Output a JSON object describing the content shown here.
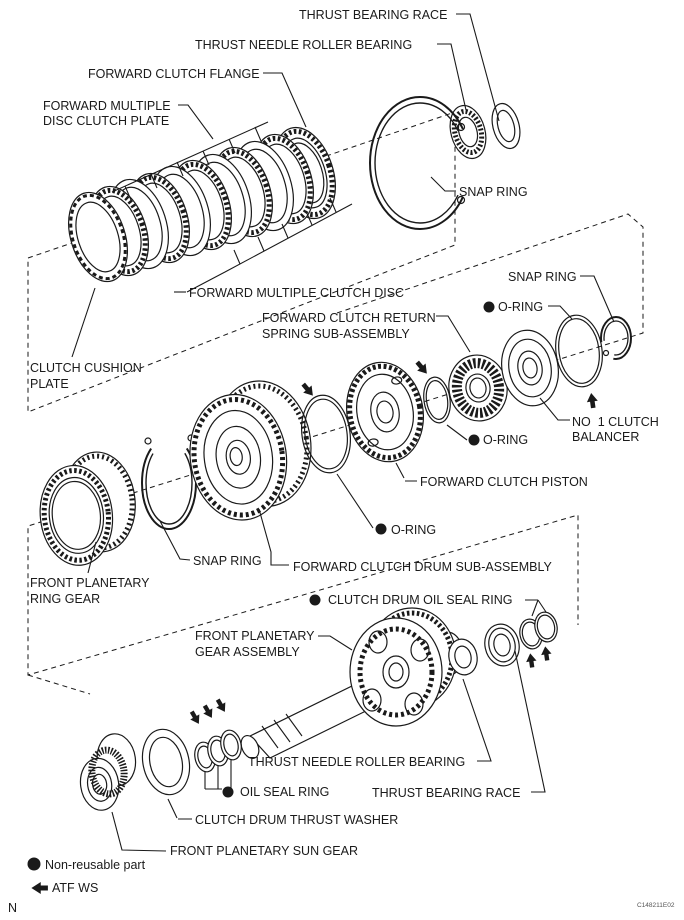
{
  "diagram": {
    "title_hint": "Automatic transmission forward clutch exploded view",
    "labels": {
      "thrust_bearing_race_top": "THRUST BEARING RACE",
      "thrust_needle_roller_bearing_top": "THRUST NEEDLE ROLLER BEARING",
      "forward_clutch_flange": "FORWARD CLUTCH FLANGE",
      "forward_multiple_line1": "FORWARD MULTIPLE",
      "forward_multiple_line2": "DISC CLUTCH PLATE",
      "snap_ring_top": "SNAP RING",
      "forward_multiple_clutch_disc": "FORWARD MULTIPLE CLUTCH DISC",
      "snap_ring_right": "SNAP RING",
      "o_ring_upper": "O-RING",
      "clutch_cushion_line1": "CLUTCH CUSHION",
      "clutch_cushion_line2": "PLATE",
      "fwd_clutch_return_line1": "FORWARD CLUTCH RETURN",
      "fwd_clutch_return_line2": "SPRING SUB-ASSEMBLY",
      "no1_clutch_balancer_line1": "NO  1 CLUTCH",
      "no1_clutch_balancer_line2": "BALANCER",
      "o_ring_mid": "O-RING",
      "forward_clutch_piston": "FORWARD CLUTCH PISTON",
      "o_ring_lower": "O-RING",
      "snap_ring_mid": "SNAP RING",
      "forward_clutch_drum": "FORWARD CLUTCH DRUM SUB-ASSEMBLY",
      "front_planetary_ring_line1": "FRONT PLANETARY",
      "front_planetary_ring_line2": "RING GEAR",
      "clutch_drum_oil_seal_ring": "CLUTCH DRUM OIL SEAL RING",
      "front_planetary_gear_line1": "FRONT PLANETARY",
      "front_planetary_gear_line2": "GEAR ASSEMBLY",
      "thrust_needle_roller_bearing_bottom": "THRUST NEEDLE ROLLER BEARING",
      "oil_seal_ring": "OIL SEAL RING",
      "thrust_bearing_race_bottom": "THRUST BEARING RACE",
      "clutch_drum_thrust_washer": "CLUTCH DRUM THRUST WASHER",
      "front_planetary_sun_gear": "FRONT PLANETARY SUN GEAR"
    },
    "legend": {
      "non_reusable": "Non-reusable part",
      "atf": "ATF WS"
    },
    "footer": {
      "page_marker": "N",
      "figure_code": "C148211E02"
    },
    "colors": {
      "line": "#1a1a1a",
      "background": "#ffffff"
    }
  }
}
